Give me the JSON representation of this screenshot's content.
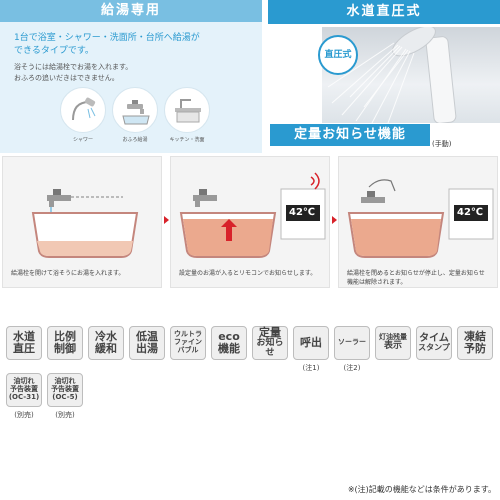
{
  "kyuto": {
    "banner": "給湯専用",
    "lead_line1": "1台で浴室・シャワー・洗面所・台所へ給湯が",
    "lead_line2": "できるタイプです。",
    "note_line1": "浴そうには給湯栓でお湯を入れます。",
    "note_line2": "おふろの追いだきはできません。",
    "icons": [
      {
        "icon": "shower-icon",
        "label": "シャワー"
      },
      {
        "icon": "faucet-icon",
        "label": "おふろ給湯"
      },
      {
        "icon": "kitchen-icon",
        "label": "キッチン・洗面"
      }
    ]
  },
  "suido": {
    "banner": "水道直圧式",
    "badge": "直圧式"
  },
  "teiryo": {
    "title": "定量お知らせ機能",
    "sub": "(手動)"
  },
  "steps": [
    {
      "caption": "給湯栓を開けて浴そうにお湯を入れます。",
      "display": ""
    },
    {
      "caption": "設定量のお湯が入るとリモコンでお知らせします。",
      "display": "42℃"
    },
    {
      "caption_line1": "給湯栓を閉めるとお知らせが停止し、定量お知らせ",
      "caption_line2": "機能は解除されます。",
      "display": "42℃"
    }
  ],
  "badges_row1": [
    {
      "l1": "水道",
      "l2": "直圧"
    },
    {
      "l1": "比例",
      "l2": "制御"
    },
    {
      "l1": "冷水",
      "l2": "緩和"
    },
    {
      "l1": "低温",
      "l2": "出湯"
    },
    {
      "l1": "ウルトラ",
      "l2": "ファイン",
      "l3": "バブル"
    },
    {
      "l1": "eco",
      "l2": "機能"
    },
    {
      "l1": "定量",
      "l2": "お知らせ"
    },
    {
      "l1": "呼出",
      "note": "(注1)"
    },
    {
      "l1": "ソーラー",
      "note": "(注2)"
    },
    {
      "l1": "灯油残量",
      "l2": "表示"
    },
    {
      "l1": "タイム",
      "l2": "スタンプ"
    },
    {
      "l1": "凍結",
      "l2": "予防"
    }
  ],
  "badges_row2": [
    {
      "l1": "油切れ",
      "l2": "予告装置",
      "l3": "(OC-31)",
      "note": "(別売)"
    },
    {
      "l1": "油切れ",
      "l2": "予告装置",
      "l3": "(OC-5)",
      "note": "(別売)"
    }
  ],
  "footnote": "※(注)記載の機能などは条件があります。",
  "colors": {
    "light_blue": "#79bfe2",
    "blue": "#2a9ad0",
    "panel_bg": "#e4f2fa",
    "alert_red": "#d8222a"
  }
}
